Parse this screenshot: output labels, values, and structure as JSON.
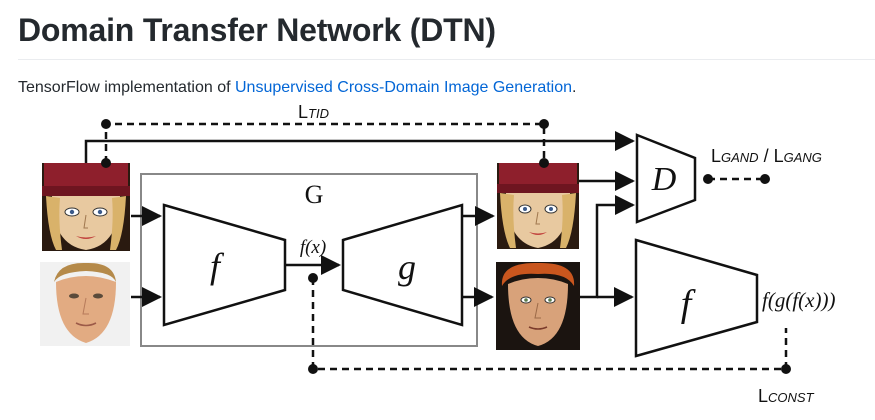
{
  "readme": {
    "title": "Domain Transfer Network (DTN)",
    "intro_prefix": "TensorFlow implementation of ",
    "intro_link": "Unsupervised Cross-Domain Image Generation",
    "intro_suffix": "."
  },
  "diagram": {
    "loss_tid_main": "L",
    "loss_tid_sub": "TID",
    "generator_label": "G",
    "encoder_f_label": "f",
    "decoder_g_label": "g",
    "fx_label": "f(x)",
    "discriminator_label": "D",
    "loss_gan_d_main": "L",
    "loss_gan_d_sub": "GAND",
    "loss_sep": " / ",
    "loss_gan_g_main": "L",
    "loss_gan_g_sub": "GANG",
    "encoder_f2_label": "f",
    "fgfx_label": "f(g(f(x)))",
    "loss_const_main": "L",
    "loss_const_sub": "CONST"
  },
  "colors": {
    "link": "#0366d6",
    "title": "#24292e",
    "stroke": "#111111",
    "generator_box": "#888888"
  }
}
